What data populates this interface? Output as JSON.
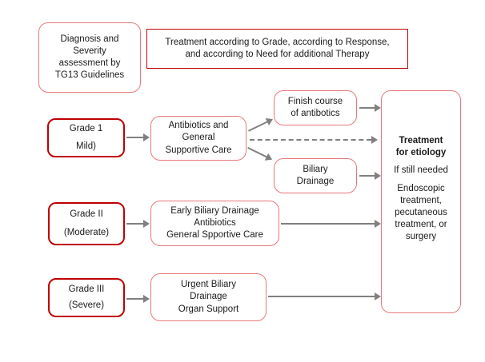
{
  "diagram": {
    "title": "TG13 acute cholangitis severity-based management flowchart",
    "colors": {
      "grade_border": "#C00000",
      "treatment_border": "#E8787A",
      "arrow": "#808080",
      "background": "#FFFFFF"
    },
    "boxes": {
      "diagnosis": {
        "line1": "Diagnosis and",
        "line2": "Severity",
        "line3": "assessment by",
        "line4": "TG13 Guidelines"
      },
      "banner": {
        "line1": "Treatment according to Grade, according to Response,",
        "line2": "and according to Need for additional Therapy"
      },
      "grade1": {
        "line1": "Grade 1",
        "line2": "Mild)"
      },
      "antibiotics": {
        "line1": "Antibiotics and",
        "line2": "General",
        "line3": "Supportive Care"
      },
      "finish_course": {
        "line1": "Finish course",
        "line2": "of antibotics"
      },
      "biliary_drainage": {
        "line1": "Biliary",
        "line2": "Drainage"
      },
      "grade2": {
        "line1": "Grade II",
        "line2": "(Moderate)"
      },
      "early_drainage": {
        "line1": "Early Biliary Drainage",
        "line2": "Antibiotics",
        "line3": "General Spportive Care"
      },
      "grade3": {
        "line1": "Grade III",
        "line2": "(Severe)"
      },
      "urgent_drainage": {
        "line1": "Urgent Biliary",
        "line2": "Drainage",
        "line3": "Organ Support"
      },
      "etiology": {
        "line1": "Treatment",
        "line2": "for etiology",
        "line3": "If still needed",
        "line4": "Endoscopic",
        "line5": "treatment,",
        "line6": "pecutaneous",
        "line7": "treatment, or",
        "line8": "surgery"
      }
    }
  }
}
